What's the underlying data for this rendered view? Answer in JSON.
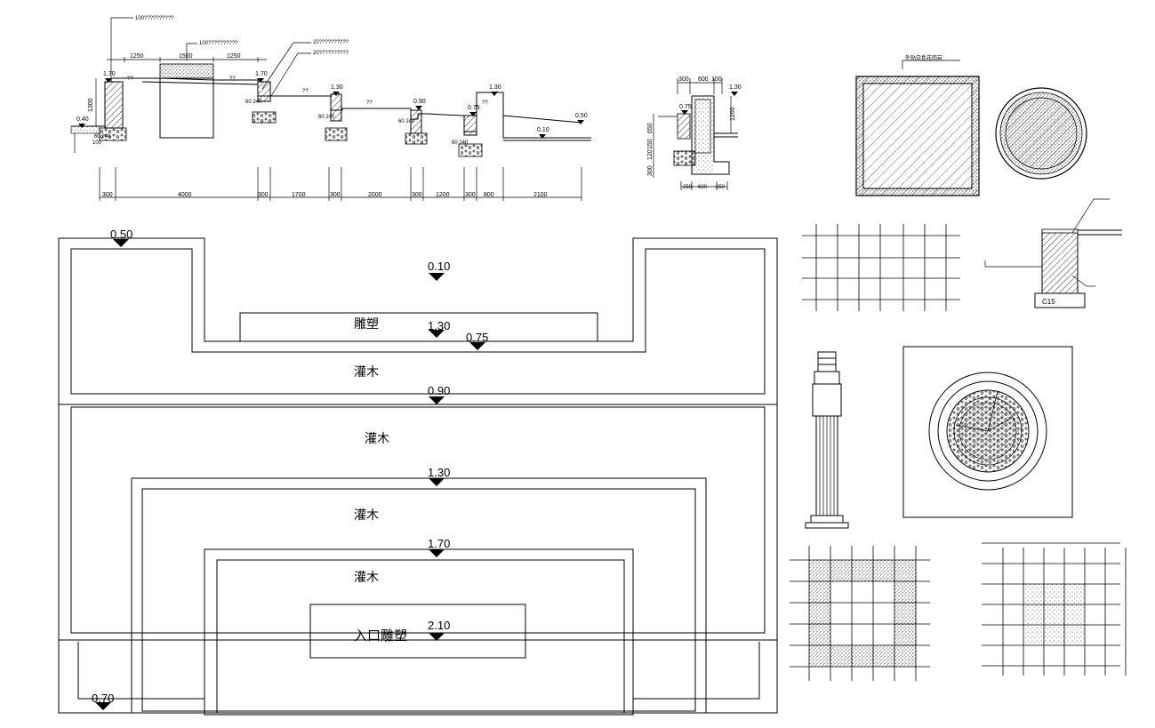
{
  "section": {
    "notes": [
      "100??????????",
      "100??????????",
      "20??????????",
      "??",
      "??",
      "??",
      "??"
    ],
    "levels": [
      "1.70",
      "1.70",
      "1.30",
      "0.90",
      "0.75",
      "1.30",
      "0.50",
      "0.10",
      "0.40"
    ],
    "top_dims": [
      "1250",
      "1500",
      "1250"
    ],
    "left_dim": "1300",
    "bottom_dims": [
      "300",
      "4000",
      "300",
      "1700",
      "300",
      "2000",
      "300",
      "1200",
      "300",
      "800",
      "2100"
    ],
    "small_labels": [
      "60 240",
      "100",
      "60 240",
      "60 240",
      "60 240",
      "60 240"
    ]
  },
  "wall_detail": {
    "top_dims": [
      "300",
      "600",
      "100"
    ],
    "level": "1.30",
    "level2": "0.75",
    "side_dims": [
      "650",
      "150",
      "120",
      "300"
    ],
    "right_dim": "1200",
    "bottom_dims": [
      "250",
      "600",
      "250"
    ]
  },
  "plan": {
    "levels": [
      "0.50",
      "0.10",
      "1.30",
      "0.75",
      "0.90",
      "1.30",
      "1.70",
      "2.10",
      "0.70"
    ],
    "labels": [
      "雕塑",
      "灌木",
      "灌木",
      "灌木",
      "灌木",
      "入口雕塑"
    ]
  },
  "details": {
    "square_note": "外贴白色花岗岩",
    "footing_label": "C15"
  }
}
